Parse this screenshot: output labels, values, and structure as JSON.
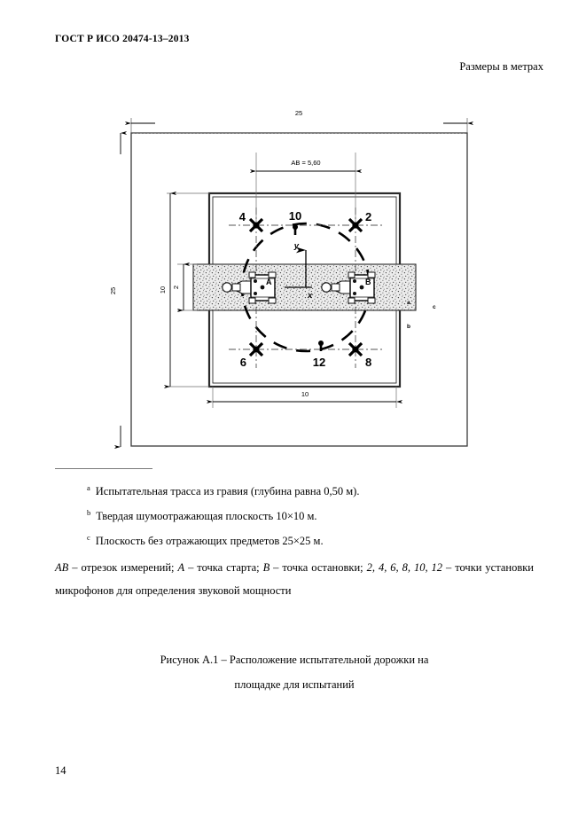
{
  "header": {
    "standard_id": "ГОСТ Р ИСО 20474-13–2013",
    "units_note": "Размеры в метрах"
  },
  "figure": {
    "dimensions": {
      "outer_top": "25",
      "outer_left": "25",
      "plate_height": "10",
      "plate_width": "10",
      "track_width": "2",
      "ab_label": "AB = 5,60"
    },
    "axes": {
      "x": "x",
      "y": "y"
    },
    "vehicles": [
      {
        "id": "A",
        "label": "A"
      },
      {
        "id": "B",
        "label": "B"
      }
    ],
    "microphones": [
      {
        "label": "4",
        "position": "top-left"
      },
      {
        "label": "10",
        "position": "top-center"
      },
      {
        "label": "2",
        "position": "top-right"
      },
      {
        "label": "6",
        "position": "bottom-left"
      },
      {
        "label": "12",
        "position": "bottom-center"
      },
      {
        "label": "8",
        "position": "bottom-right"
      }
    ],
    "area_marks": [
      {
        "mark": "a",
        "meaning": "gravel-track"
      },
      {
        "mark": "b",
        "meaning": "reflecting-plane"
      },
      {
        "mark": "c",
        "meaning": "clear-area"
      }
    ]
  },
  "footnotes": [
    {
      "mark": "a",
      "text": "Испытательная трасса из гравия (глубина равна 0,50 м)."
    },
    {
      "mark": "b",
      "text": "Твердая шумоотражающая плоскость 10×10 м."
    },
    {
      "mark": "c",
      "text": "Плоскость без отражающих предметов 25×25 м."
    }
  ],
  "legend": {
    "full_text": "AB – отрезок измерений; A – точка старта; B – точка остановки; 2, 4, 6, 8, 10, 12 – точки установки микрофонов для определения звуковой мощности",
    "parts": {
      "ab": "AB",
      "ab_desc": " – отрезок измерений; ",
      "a": "A",
      "a_desc": " – точка старта; ",
      "b": "B",
      "b_desc": " – точка остановки; ",
      "mics": "2, 4, 6, 8, 10, 12",
      "mics_desc": " – точки установки микрофонов для определения звуковой мощности"
    }
  },
  "caption": {
    "line1": "Рисунок А.1 – Расположение испытательной дорожки на",
    "line2": "площадке для испытаний"
  },
  "page_number": "14",
  "colors": {
    "ink": "#000000",
    "thin_line": "#6e6e6e",
    "gravel_fill": "#e8e8e8",
    "page_bg": "#ffffff"
  }
}
